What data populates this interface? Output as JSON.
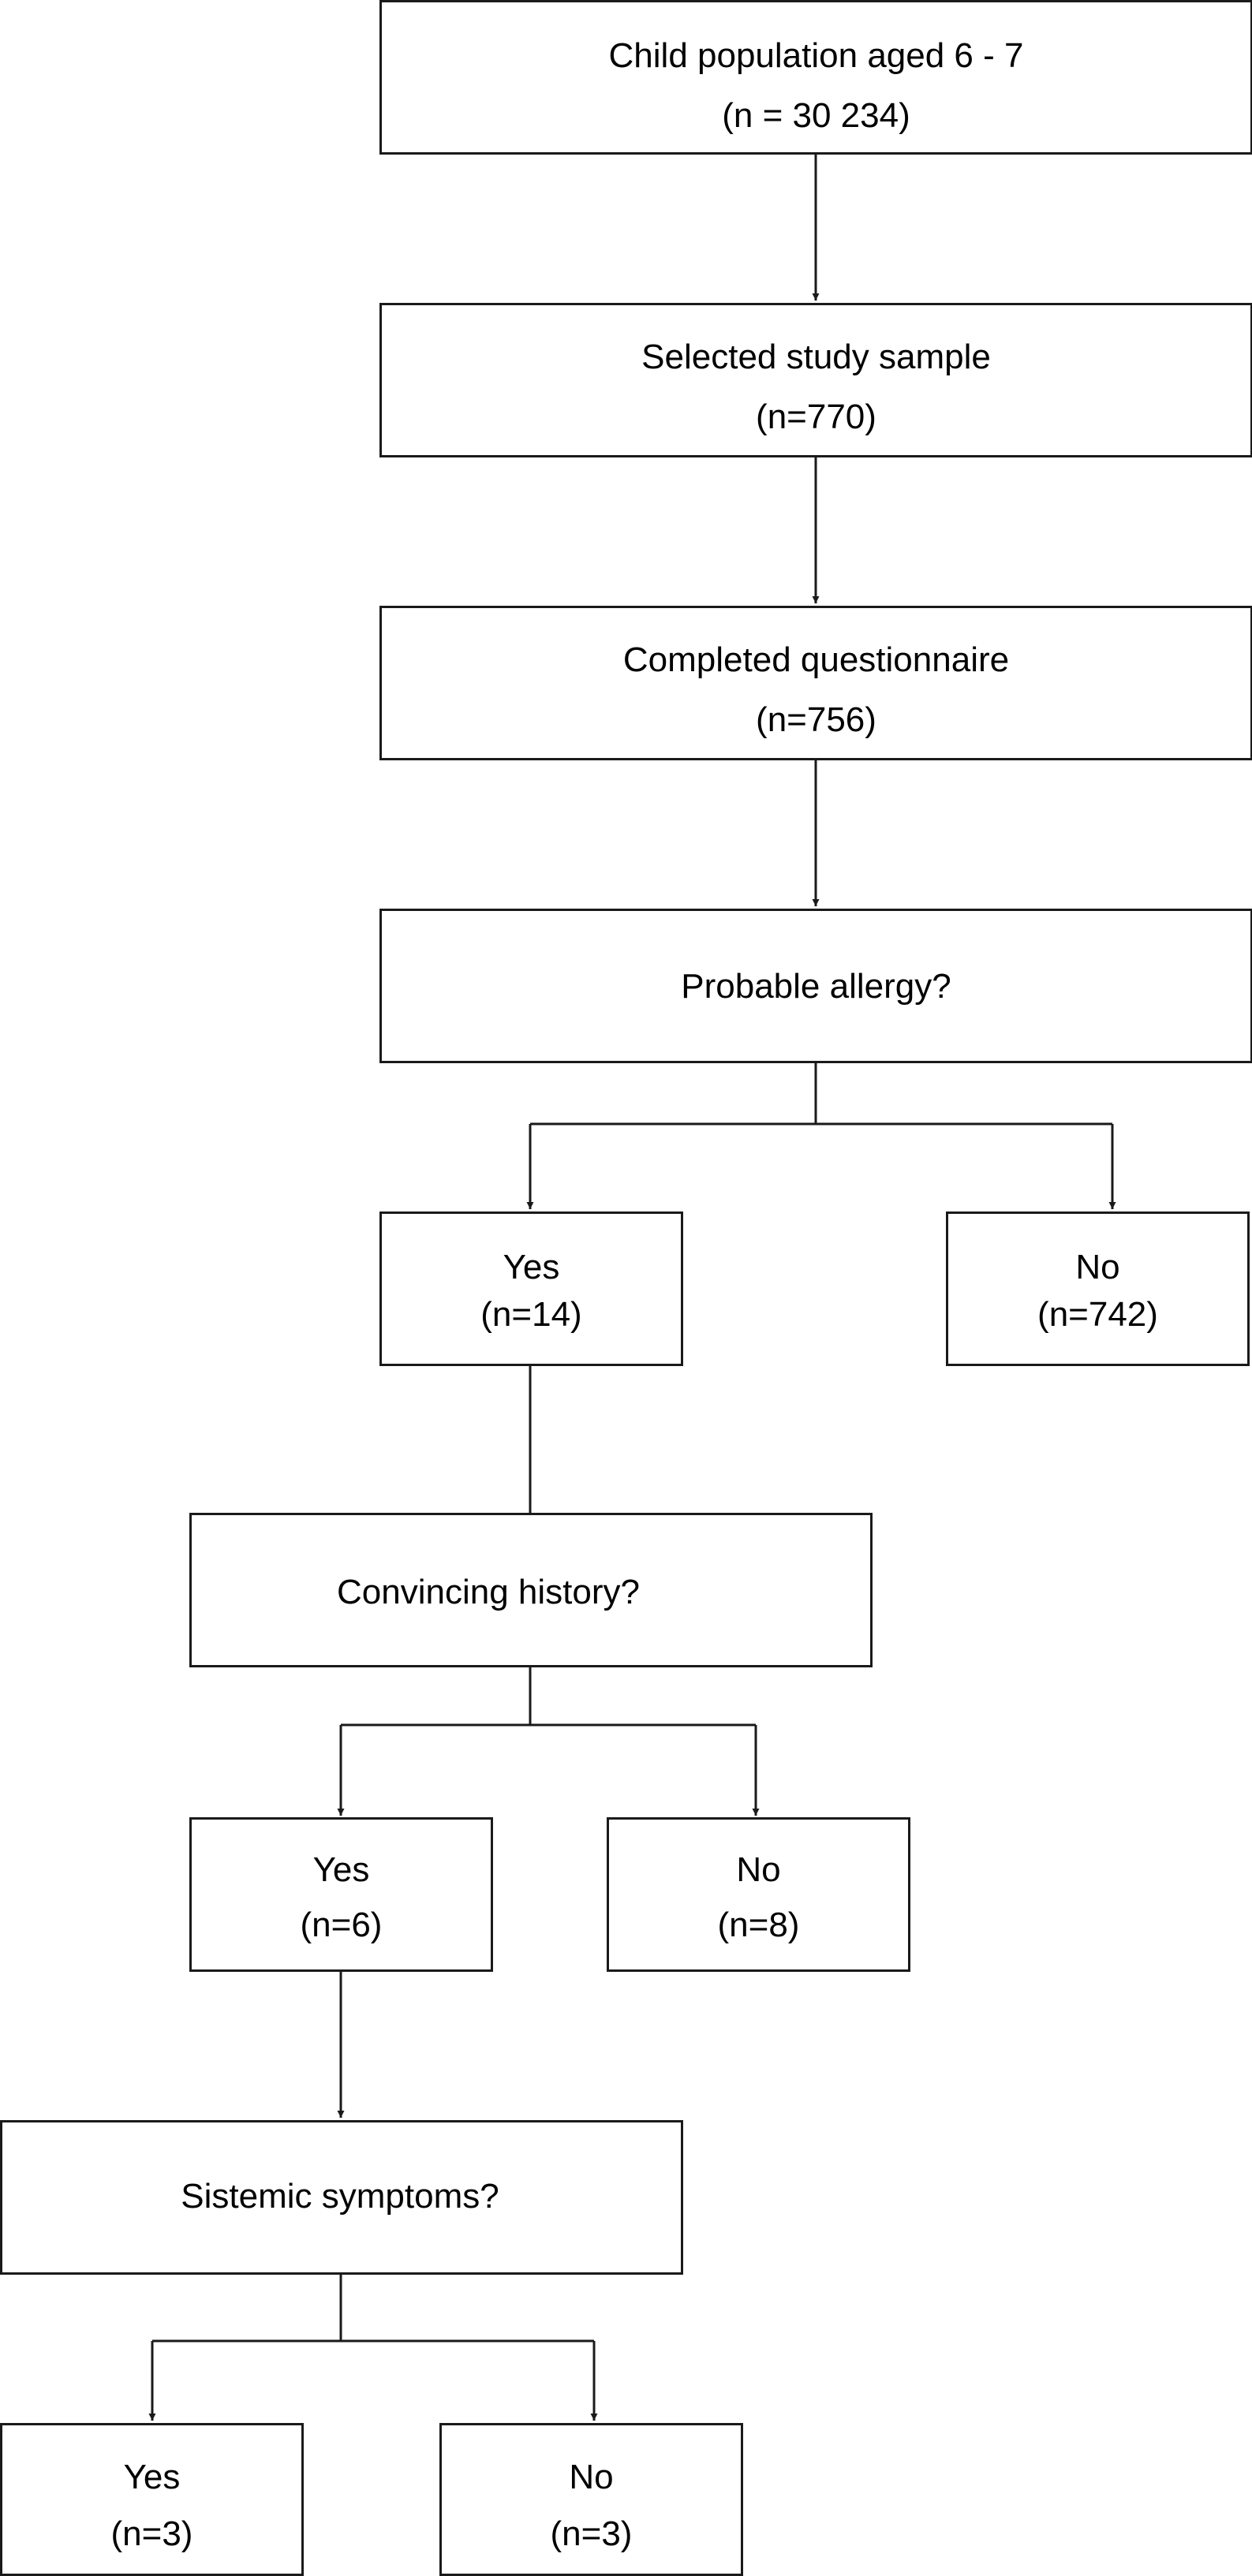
{
  "flowchart": {
    "population": {
      "label": "Child population aged 6 - 7",
      "count": "(n = 30 234)"
    },
    "sample": {
      "label": "Selected study sample",
      "count": "(n=770)"
    },
    "questionnaire": {
      "label": "Completed questionnaire",
      "count": "(n=756)"
    },
    "allergy": {
      "label": "Probable allergy?"
    },
    "allergy_yes": {
      "label": "Yes",
      "count": "(n=14)"
    },
    "allergy_no": {
      "label": "No",
      "count": "(n=742)"
    },
    "history": {
      "label": "Convincing history?"
    },
    "history_yes": {
      "label": "Yes",
      "count": "(n=6)"
    },
    "history_no": {
      "label": "No",
      "count": "(n=8)"
    },
    "symptoms": {
      "label": "Sistemic symptoms?"
    },
    "symptoms_yes": {
      "label": "Yes",
      "count": "(n=3)"
    },
    "symptoms_no": {
      "label": "No",
      "count": "(n=3)"
    }
  },
  "colors": {
    "stroke": "#1a1a1a",
    "text": "#000000",
    "background": "#ffffff"
  }
}
